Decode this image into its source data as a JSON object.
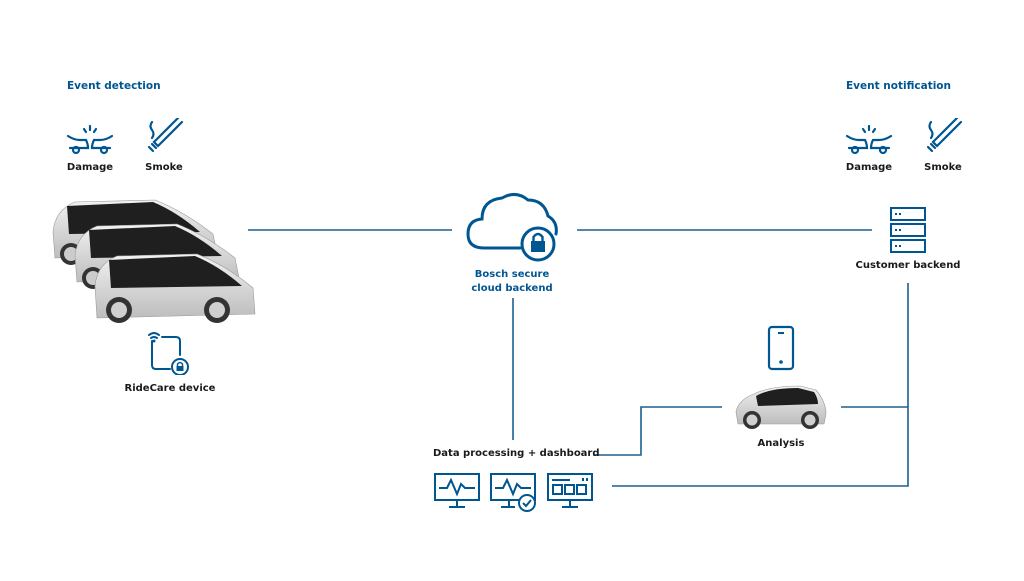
{
  "colors": {
    "accent": "#005691",
    "line": "#1d5f8f",
    "text": "#1a1a1a"
  },
  "event_detection": {
    "heading": "Event detection",
    "items": [
      {
        "icon": "car-crash-icon",
        "label": "Damage"
      },
      {
        "icon": "cigarette-smoke-icon",
        "label": "Smoke"
      }
    ]
  },
  "event_notification": {
    "heading": "Event notification",
    "items": [
      {
        "icon": "car-crash-icon",
        "label": "Damage"
      },
      {
        "icon": "cigarette-smoke-icon",
        "label": "Smoke"
      }
    ]
  },
  "fleet": {
    "image": "car-fleet-image"
  },
  "device": {
    "icon": "ridecare-device-icon",
    "label": "RideCare device"
  },
  "cloud": {
    "icon": "secure-cloud-icon",
    "label_line1": "Bosch secure",
    "label_line2": "cloud backend"
  },
  "customer_backend": {
    "icon": "server-stack-icon",
    "label": "Customer backend"
  },
  "analysis": {
    "icon": "smartphone-icon",
    "image": "car-image",
    "label": "Analysis"
  },
  "dashboard": {
    "label": "Data processing + dashboard",
    "icons": [
      "monitor-pulse-icon",
      "monitor-pulse-check-icon",
      "monitor-dashboard-icon"
    ]
  }
}
